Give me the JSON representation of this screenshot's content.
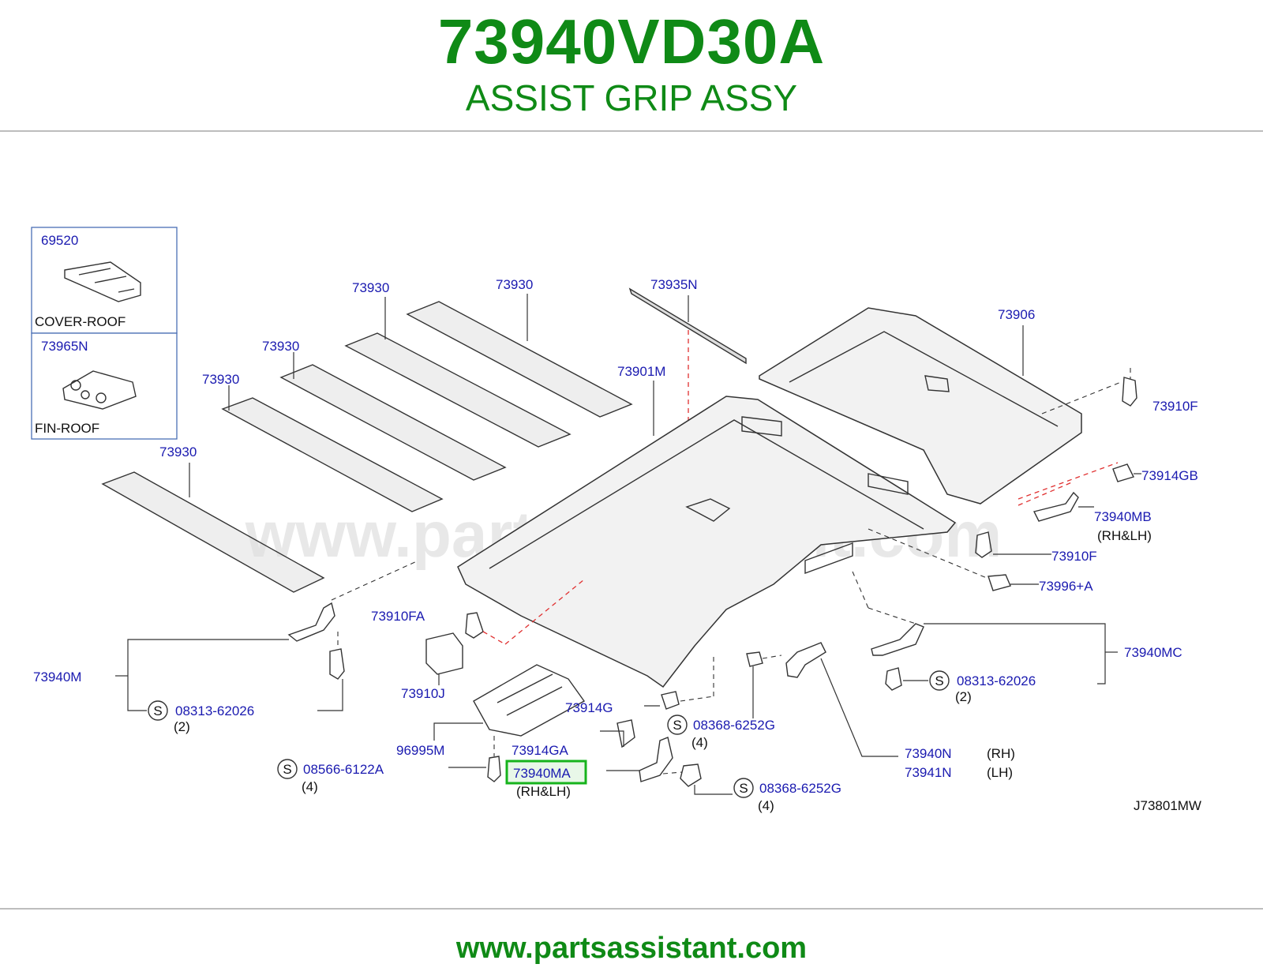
{
  "header": {
    "part_number": "73940VD30A",
    "part_name": "ASSIST GRIP ASSY"
  },
  "footer": {
    "url": "www.partsassistant.com"
  },
  "diagram": {
    "watermark": "www.partsassistant.com",
    "drawing_code": "J73801MW",
    "inset_callouts": [
      {
        "number": "69520",
        "caption": "COVER-ROOF"
      },
      {
        "number": "73965N",
        "caption": "FIN-ROOF"
      }
    ],
    "callouts": {
      "c73930_1": "73930",
      "c73930_2": "73930",
      "c73930_3": "73930",
      "c73930_4": "73930",
      "c73930_5": "73930",
      "c73935N": "73935N",
      "c73901M": "73901M",
      "c73906": "73906",
      "c73910F_top": "73910F",
      "c73914GB": "73914GB",
      "c73940MB": "73940MB",
      "c73940MB_note": "(RH&LH)",
      "c73910F_mid": "73910F",
      "c73996A": "73996+A",
      "c73910FA": "73910FA",
      "c73940M": "73940M",
      "c73940MC": "73940MC",
      "c73910J": "73910J",
      "c73914G": "73914G",
      "c96995M": "96995M",
      "c73914GA": "73914GA",
      "c73940MA": "73940MA",
      "c73940MA_note": "(RH&LH)",
      "c73940N": "73940N",
      "c73940N_note": "(RH)",
      "c73941N": "73941N",
      "c73941N_note": "(LH)"
    },
    "fasteners": [
      {
        "symbol": "S",
        "number": "08313-62026",
        "qty": "(2)"
      },
      {
        "symbol": "S",
        "number": "08313-62026",
        "qty": "(2)"
      },
      {
        "symbol": "S",
        "number": "08368-6252G",
        "qty": "(4)"
      },
      {
        "symbol": "S",
        "number": "08566-6122A",
        "qty": "(4)"
      },
      {
        "symbol": "S",
        "number": "08368-6252G",
        "qty": "(4)"
      }
    ],
    "highlight_color": "#16b31c",
    "callout_color": "#1a1ab0",
    "title_color": "#0f8a16"
  }
}
